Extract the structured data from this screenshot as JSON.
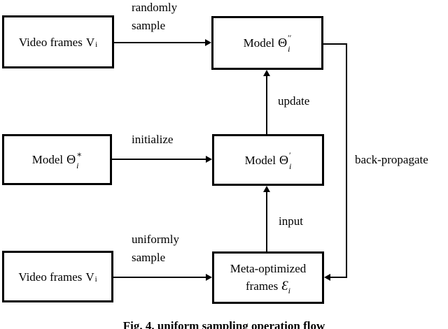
{
  "boxes": {
    "video_top": {
      "label": "Video frames",
      "var": "V",
      "sub": "i"
    },
    "model_pp": {
      "label": "Model",
      "var": "Θ",
      "sup": "′′",
      "sub": "i"
    },
    "model_star": {
      "label": "Model",
      "var": "Θ",
      "sup": "∗",
      "sub": "i"
    },
    "model_p": {
      "label": "Model",
      "var": "Θ",
      "sup": "′",
      "sub": "i"
    },
    "video_bottom": {
      "label": "Video frames",
      "var": "V",
      "sub": "i"
    },
    "meta": {
      "line1": "Meta-optimized",
      "line2": "frames",
      "var": "Ɛ",
      "sub": "i"
    }
  },
  "labels": {
    "randomly": {
      "line1": "randomly",
      "line2": "sample"
    },
    "initialize": "initialize",
    "uniformly": {
      "line1": "uniformly",
      "line2": "sample"
    },
    "update": "update",
    "input": "input",
    "back_propagate": "back-propagate"
  },
  "caption": "Fig. 4. uniform sampling operation flow",
  "colors": {
    "line": "#000000",
    "box_border": "#000000",
    "box_fill": "#ffffff",
    "background": "#ffffff",
    "text": "#000000"
  }
}
